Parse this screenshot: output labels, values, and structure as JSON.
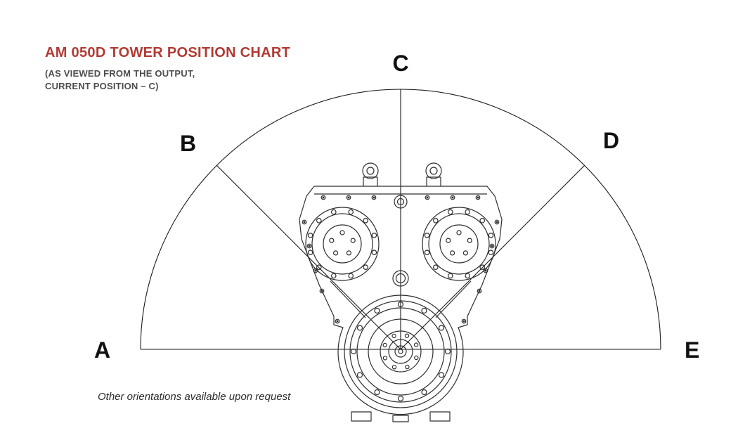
{
  "header": {
    "title": "AM 050D TOWER POSITION CHART",
    "subtitle_line1": "(AS VIEWED FROM THE OUTPUT,",
    "subtitle_line2": "CURRENT POSITION – C)"
  },
  "diagram": {
    "current_position": "C",
    "positions": [
      {
        "label": "A",
        "angle_deg": 180
      },
      {
        "label": "B",
        "angle_deg": 135
      },
      {
        "label": "C",
        "angle_deg": 90
      },
      {
        "label": "D",
        "angle_deg": 45
      },
      {
        "label": "E",
        "angle_deg": 0
      }
    ]
  },
  "footnote": "Other orientations available upon request",
  "colors": {
    "accent_red": "#B23B35",
    "fan_line": "#1A1A1A",
    "drawing": "#2E2E2E"
  }
}
